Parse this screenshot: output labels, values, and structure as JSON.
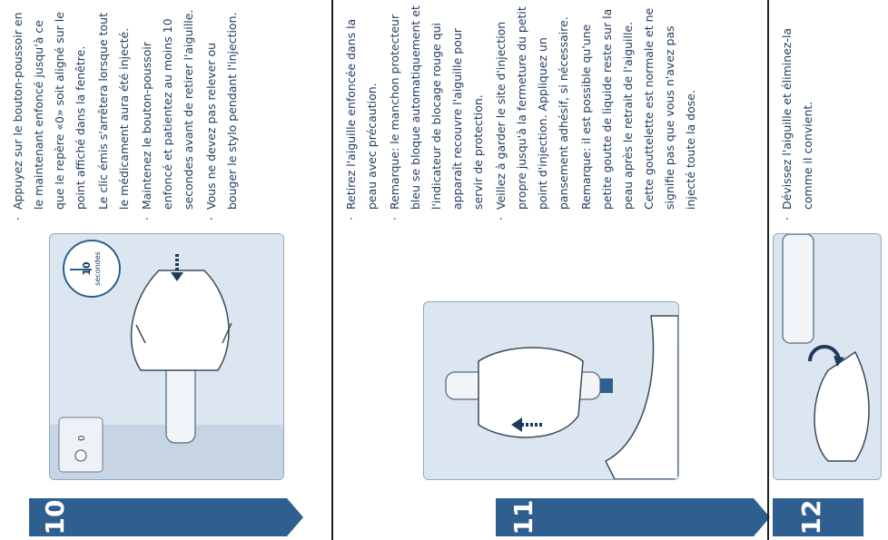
{
  "steps": [
    {
      "number": "10",
      "timer_value": "10",
      "timer_unit": "secondes",
      "paragraphs": [
        {
          "bullet": true,
          "text": "Appuyez sur le bouton-poussoir en le maintenant enfoncé jusqu'à ce que le repère «0» soit aligné sur le point affiché dans la fenêtre."
        },
        {
          "bullet": false,
          "text": "Le clic émis s'arrêtera lorsque tout le médicament aura été injecté."
        },
        {
          "bullet": true,
          "text": "Maintenez le bouton-poussoir enfoncé et patientez au moins 10 secondes avant de retirer l'aiguille."
        },
        {
          "bullet": true,
          "text": "Vous ne devez pas relever ou bouger le stylo pendant l'injection."
        }
      ]
    },
    {
      "number": "11",
      "paragraphs": [
        {
          "bullet": true,
          "text": "Retirez l'aiguille enfoncée dans la peau avec précaution."
        },
        {
          "bullet": true,
          "text": "Remarque: le manchon protecteur bleu se bloque automatiquement et l'indicateur de blocage rouge qui apparaît recouvre l'aiguille pour servir de protection."
        },
        {
          "bullet": true,
          "text": "Veillez à garder le site d'injection propre jusqu'à la fermeture du petit point d'injection. Appliquez un pansement adhésif, si nécessaire."
        },
        {
          "bullet": false,
          "text": "Remarque: il est possible qu'une petite goutte de liquide reste sur la peau après le retrait de l'aiguille. Cette gouttelette est normale et ne signifie pas que vous n'avez pas injecté toute la dose."
        }
      ]
    },
    {
      "number": "12",
      "paragraphs": [
        {
          "bullet": true,
          "text": "Dévissez l'aiguille et éliminez-la comme il convient."
        }
      ]
    }
  ],
  "colors": {
    "accent": "#2e5f8f",
    "illustration_bg": "#dce6f0",
    "text": "#1e3a5f"
  }
}
